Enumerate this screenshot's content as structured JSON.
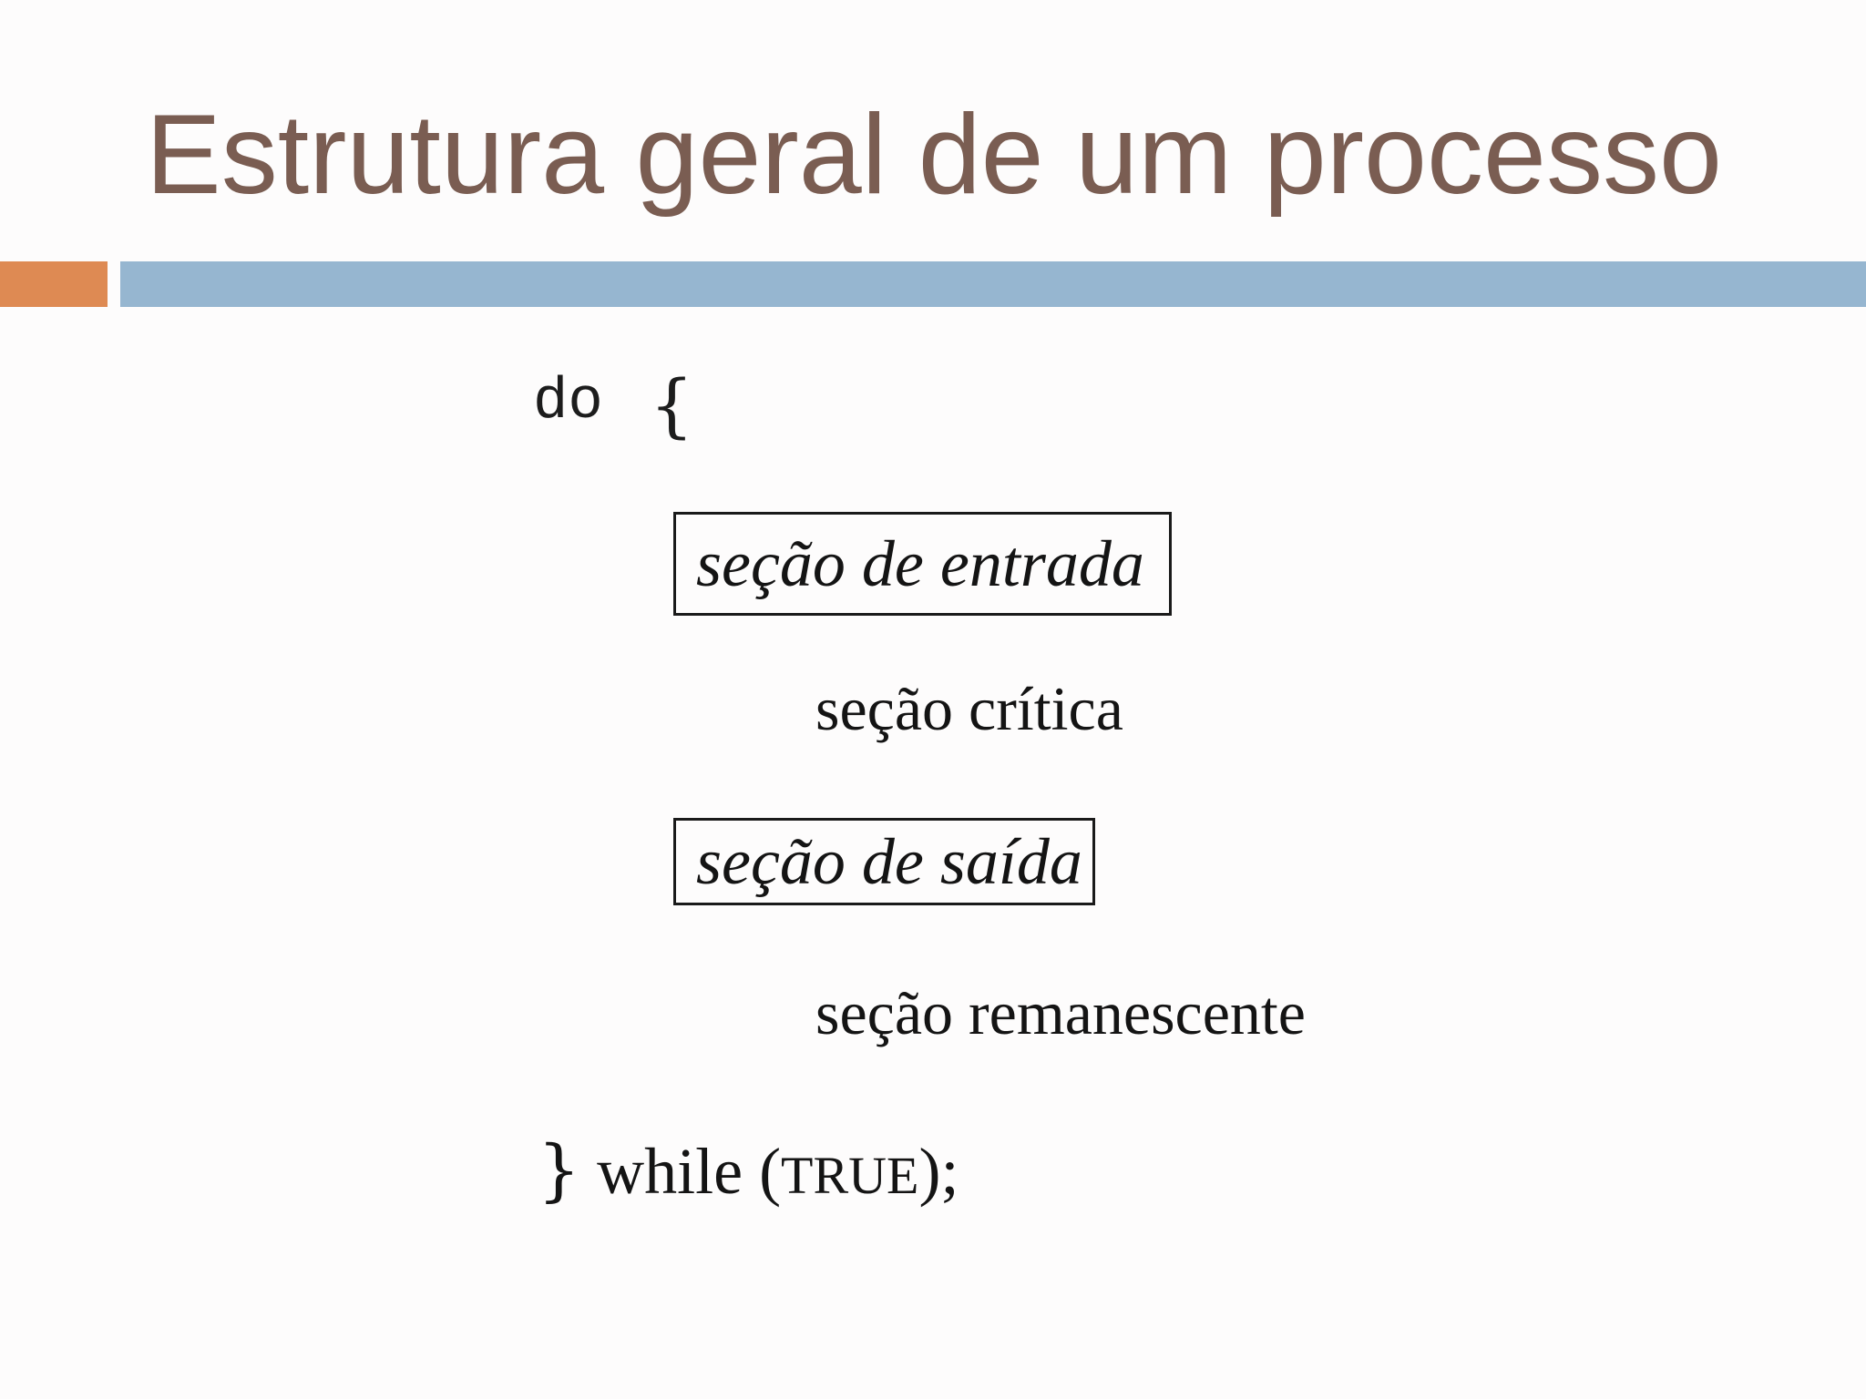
{
  "slide": {
    "title": "Estrutura geral de um processo"
  },
  "code": {
    "do_keyword": "do",
    "open_brace": "{",
    "entry_section": "seção de entrada",
    "critical_section": "seção crítica",
    "exit_section": "seção de saída",
    "remainder_section": "seção remanescente",
    "close_brace": "}",
    "while_keyword": "while",
    "paren_open": "(",
    "true_keyword": "TRUE",
    "paren_close_semicolon": ");"
  },
  "colors": {
    "title": "#7a5d52",
    "accent_bar": "#de8a53",
    "rule_bar": "#96b6d0",
    "text": "#141414",
    "background": "#fdfcfc"
  }
}
